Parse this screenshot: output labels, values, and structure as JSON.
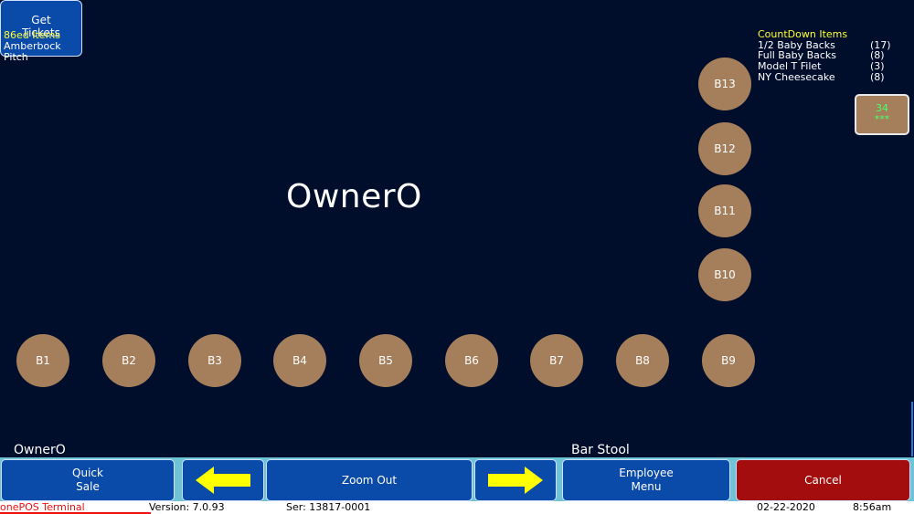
{
  "get_tickets": {
    "label_line1": "Get",
    "label_line2": "Tickets"
  },
  "eighty_six": {
    "title": "86ed Items",
    "items": [
      "Amberbock Pitch"
    ]
  },
  "main": {
    "owner_label": "OwnerO"
  },
  "countdown": {
    "title": "CountDown Items",
    "items": [
      {
        "name": "1/2 Baby Backs",
        "count": "(17)"
      },
      {
        "name": "Full Baby Backs",
        "count": "(8)"
      },
      {
        "name": "Model T Filet",
        "count": "(3)"
      },
      {
        "name": "NY  Cheesecake",
        "count": "(8)"
      }
    ]
  },
  "check_tile": {
    "number": "34",
    "marker": "***"
  },
  "stools": [
    "B1",
    "B2",
    "B3",
    "B4",
    "B5",
    "B6",
    "B7",
    "B8",
    "B9",
    "B10",
    "B11",
    "B12",
    "B13"
  ],
  "footer_info": {
    "server": "OwnerO",
    "table_type": "Bar Stool"
  },
  "buttons": {
    "quick_sale_1": "Quick",
    "quick_sale_2": "Sale",
    "zoom_out": "Zoom Out",
    "employee_menu_1": "Employee",
    "employee_menu_2": "Menu",
    "cancel": "Cancel"
  },
  "status_bar": {
    "brand": "onePOS Terminal",
    "version": "Version: 7.0.93",
    "serial": "Ser: 13817-0001",
    "date": "02-22-2020",
    "time": "8:56am"
  },
  "colors": {
    "background": "#010e2b",
    "button_blue": "#0a4aa8",
    "cancel_red": "#a30d0d",
    "stool_tan": "#a57f5b",
    "arrow_yellow": "#ffff00",
    "highlight_yellow": "#ffff33",
    "check_green": "#4dff6a"
  },
  "icons": {
    "prev": "arrow-left-icon",
    "next": "arrow-right-icon"
  }
}
